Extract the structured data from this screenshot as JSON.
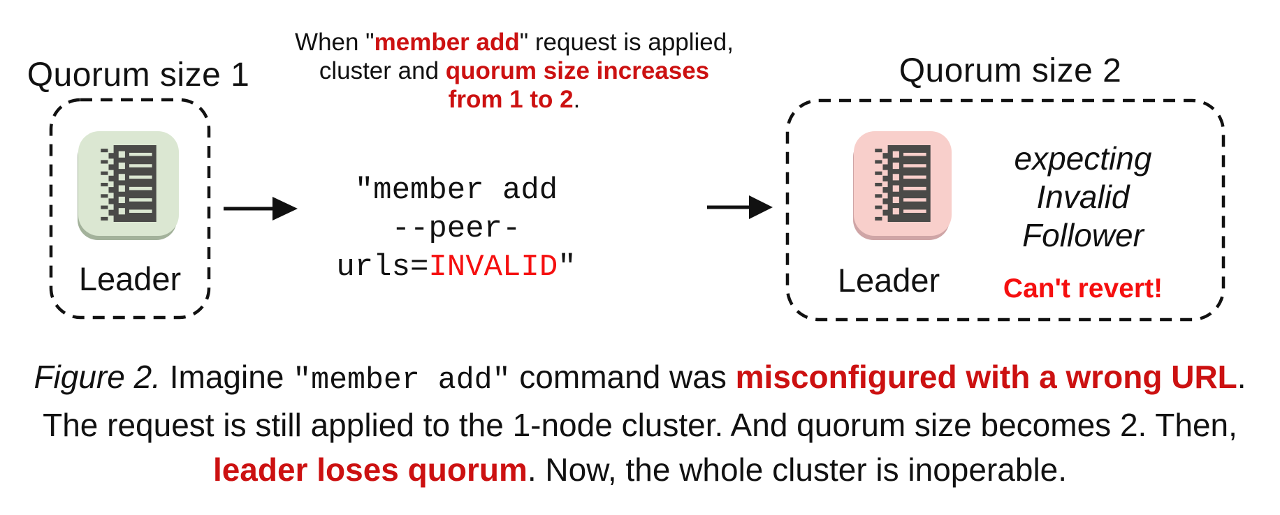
{
  "left_cluster": {
    "title": "Quorum size 1",
    "node_label": "Leader"
  },
  "right_cluster": {
    "title": "Quorum size 2",
    "node_label": "Leader",
    "expecting_l1": "expecting",
    "expecting_l2": "Invalid",
    "expecting_l3": "Follower",
    "warning": "Can't revert!"
  },
  "top_note": {
    "l1_pre": "When \"",
    "l1_red": "member add",
    "l1_post": "\" request is applied,",
    "l2_pre": "cluster and ",
    "l2_red": "quorum size increases",
    "l3_red": "from 1 to 2",
    "l3_post": "."
  },
  "command": {
    "line1": "\"member add",
    "l2_pre": "--peer-urls=",
    "l2_red": "INVALID",
    "l2_post": "\""
  },
  "caption": {
    "l1_fig": "Figure 2.",
    "l1_a": " Imagine ",
    "l1_code": "\"member add\"",
    "l1_b": " command was ",
    "l1_red": "misconfigured with a wrong URL",
    "l1_c": ".",
    "l2": "The request is still applied to the 1-node cluster. And quorum size becomes 2. Then,",
    "l3_red": "leader loses quorum",
    "l3_post": ". Now, the whole cluster is inoperable."
  },
  "icons": {
    "node_icon": "ledger-server-icon"
  },
  "colors": {
    "text_black": "#111111",
    "red_dark": "#cc1111",
    "red_bright": "#f50f0f",
    "node_green": "#dbe7d2",
    "node_green_shadow": "#a3b29b",
    "node_pink": "#f8cfcb",
    "node_pink_shadow": "#cfa5a6",
    "icon_dark": "#4a4a48"
  }
}
